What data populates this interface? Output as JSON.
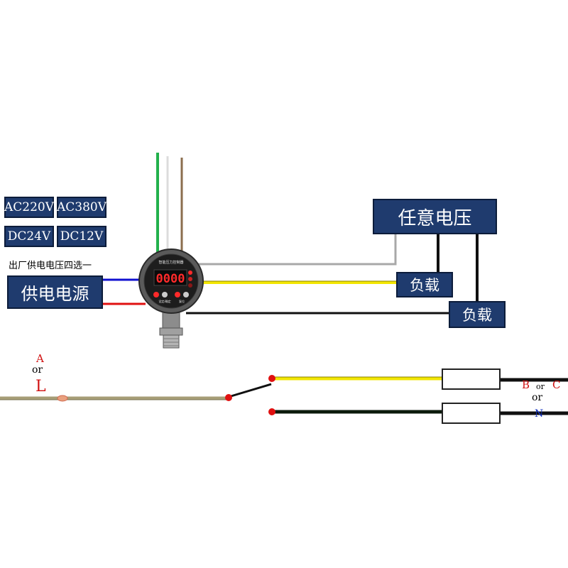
{
  "voltage_options": [
    "AC220V",
    "AC380V",
    "DC24V",
    "DC12V"
  ],
  "factory_note": "出厂供电电压四选一",
  "power_source_label": "供电电源",
  "any_voltage_label": "任意电压",
  "load_1_label": "负载",
  "load_2_label": "负载",
  "device": {
    "name": "智能压力控制器",
    "display": "0000",
    "button_labels": [
      "设定/确定",
      "复位"
    ]
  },
  "phase_left": {
    "top": "A",
    "or": "or",
    "bottom": "L"
  },
  "phase_right": {
    "b": "B",
    "or_inline": "or",
    "c": "C",
    "or": "or",
    "n": "N"
  },
  "colors": {
    "box_fill": "#1f3b6e",
    "wire_green": "#22b14c",
    "wire_brown": "#8b6e4e",
    "wire_gray": "#a8a8a8",
    "wire_blue": "#1010d0",
    "wire_red": "#e01010",
    "wire_yellow": "#f2e600",
    "wire_black": "#101010",
    "phase_red": "#d01010",
    "phase_blue": "#1030c0"
  }
}
